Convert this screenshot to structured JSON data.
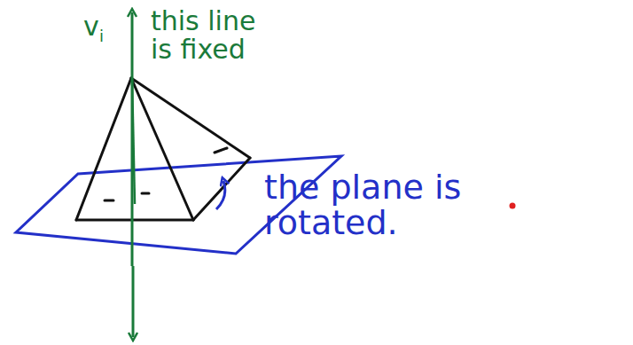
{
  "diagram": {
    "labels": [
      "v",
      "i",
      "this line is fixed",
      "the plane is rotated."
    ]
  }
}
